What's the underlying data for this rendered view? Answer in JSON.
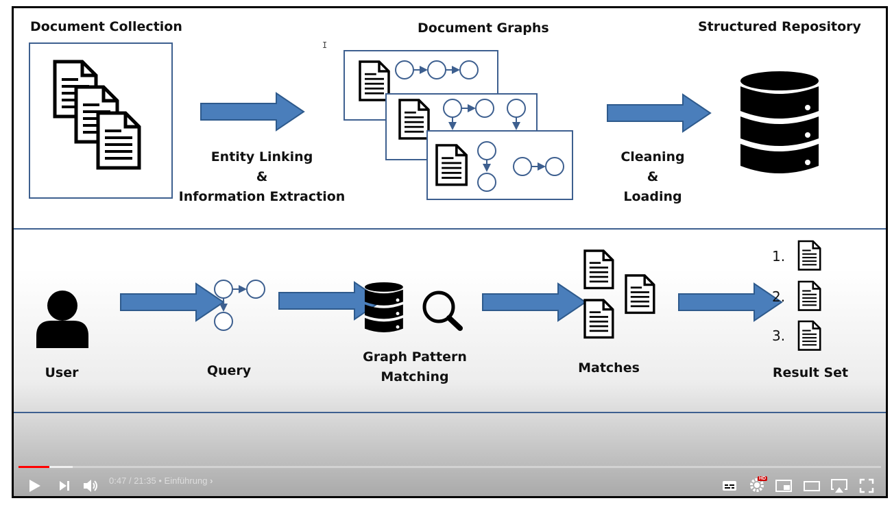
{
  "slide": {
    "top_section": {
      "document_collection_title": "Document Collection",
      "document_graphs_title": "Document Graphs",
      "structured_repository_title": "Structured Repository",
      "entity_linking_label": "Entity Linking",
      "ampersand_1": "&",
      "information_extraction_label": "Information Extraction",
      "cleaning_label": "Cleaning",
      "ampersand_2": "&",
      "loading_label": "Loading"
    },
    "bottom_section": {
      "user_label": "User",
      "query_label": "Query",
      "graph_pattern_label_line1": "Graph Pattern",
      "graph_pattern_label_line2": "Matching",
      "matches_label": "Matches",
      "result_set_label": "Result Set",
      "result_numbers": [
        "1.",
        "2.",
        "3."
      ]
    },
    "colors": {
      "arrow_fill": "#4a7ebb",
      "arrow_stroke": "#2e5a8c",
      "box_border": "#3d5f8f",
      "graph_node": "#3d5f8f"
    }
  },
  "player": {
    "time_current": "0:47",
    "time_separator": "/",
    "time_total": "21:35",
    "chapter_separator": "•",
    "chapter_title": "Einführung",
    "progress_fraction": 0.036,
    "buffer_fraction": 0.063,
    "hd_badge": "HD",
    "icons": {
      "play": "play-icon",
      "next": "next-icon",
      "volume": "volume-icon",
      "subtitles": "subtitles-icon",
      "settings": "settings-icon",
      "miniplayer": "miniplayer-icon",
      "theater": "theater-icon",
      "airplay": "airplay-icon",
      "fullscreen": "fullscreen-icon"
    }
  }
}
